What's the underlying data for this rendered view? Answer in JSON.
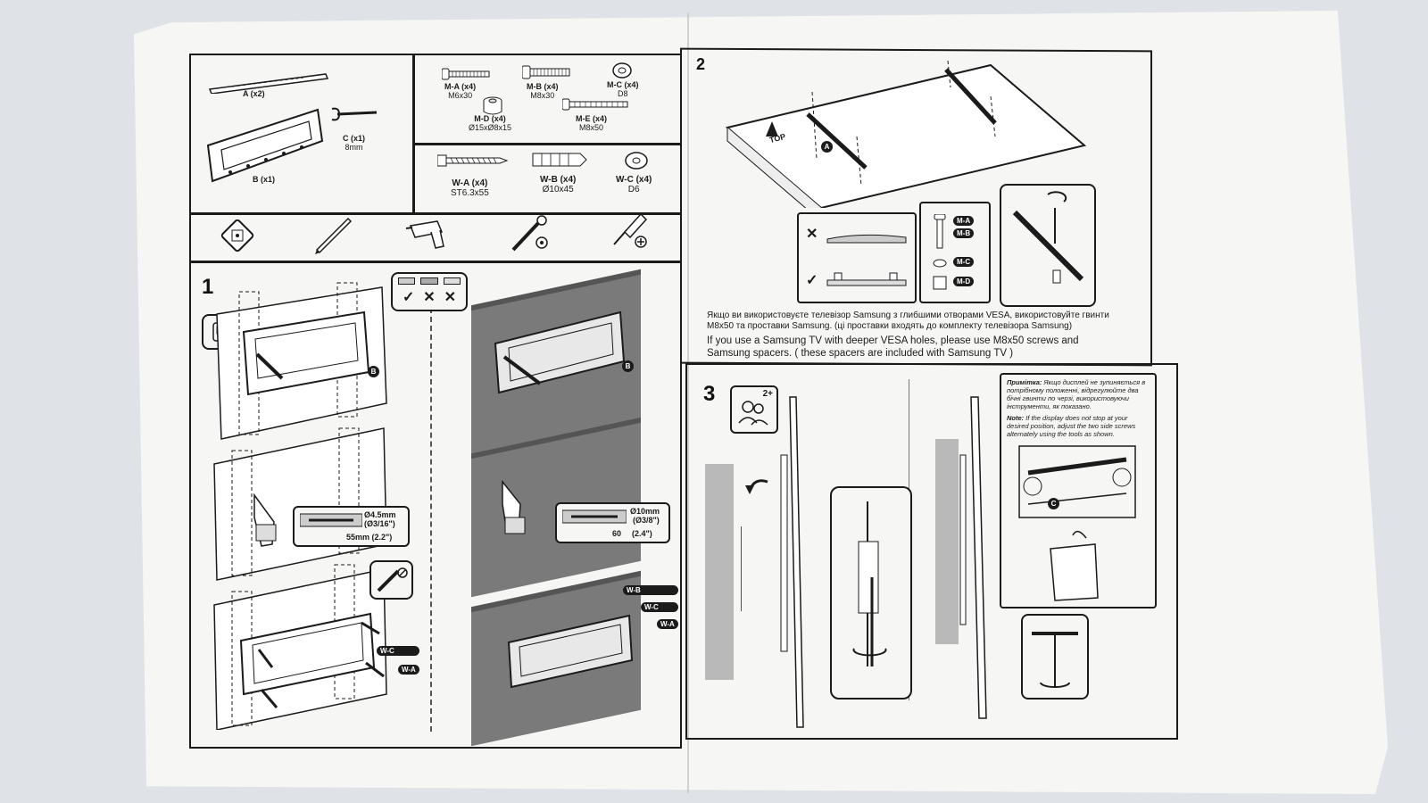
{
  "parts_top": [
    {
      "code": "A (x2)",
      "spec": ""
    },
    {
      "code": "B (x1)",
      "spec": ""
    },
    {
      "code": "C (x1)",
      "spec": "8mm"
    }
  ],
  "tv_screws": [
    {
      "code": "M-A (x4)",
      "spec": "M6x30"
    },
    {
      "code": "M-B (x4)",
      "spec": "M8x30"
    },
    {
      "code": "M-C (x4)",
      "spec": "D8"
    },
    {
      "code": "M-D (x4)",
      "spec": "Ø15xØ8x15"
    },
    {
      "code": "M-E (x4)",
      "spec": "M8x50"
    }
  ],
  "wall_hardware": [
    {
      "code": "W-A (x4)",
      "spec": "ST6.3x55"
    },
    {
      "code": "W-B (x4)",
      "spec": "Ø10x45"
    },
    {
      "code": "W-C (x4)",
      "spec": "D6"
    }
  ],
  "tools": [
    "stud-finder-icon",
    "pencil-icon",
    "drill-icon",
    "wrench-icon",
    "screwdriver-icon"
  ],
  "steps": {
    "one": "1",
    "two": "2",
    "three": "3"
  },
  "step1": {
    "check_marks": [
      "✓",
      "✕",
      "✕"
    ],
    "part_b": "B",
    "drill_wood": {
      "diameter": "Ø4.5mm",
      "diameter_in": "(Ø3/16\")",
      "depth": "55mm (2.2\")"
    },
    "drill_concrete": {
      "diameter": "Ø10mm",
      "diameter_in": "(Ø3/8\")",
      "depth": "60",
      "depth_in": "(2.4\")"
    },
    "tags_wood": [
      "W-C",
      "W-A"
    ],
    "tags_concrete": [
      "W-B",
      "W-C",
      "W-A"
    ]
  },
  "step2": {
    "top_label": "TOP",
    "part_a": "A",
    "wrong": "✕",
    "right": "✓",
    "screw_tags": [
      "M-A",
      "M-B",
      "M-C",
      "M-D"
    ],
    "note_ua": "Якщо ви використовуєте телевізор Samsung з глибшими отворами VESA, використовуйте гвинти M8x50 та проставки Samsung. (ці проставки входять до комплекту телевізора Samsung)",
    "note_en": "If you use a Samsung TV with deeper VESA holes, please use M8x50 screws and Samsung spacers. ( these spacers are included with Samsung TV )"
  },
  "step3": {
    "people": "2+",
    "note_ua_title": "Примітка:",
    "note_ua": "Якщо дисплей не зупиняється в потрібному положенні, відрегулюйте два бічні гвинти по черзі, використовуючи інструменти, як показано.",
    "note_en_title": "Note:",
    "note_en": "If the display does not stop at your desired position, adjust the two side screws alternately using the tools as shown.",
    "part_c": "C"
  },
  "colors": {
    "paper": "#f6f6f4",
    "ink": "#1b1b1b",
    "wall_gray": "#7a7a7a",
    "background": "#dfe2e6"
  }
}
